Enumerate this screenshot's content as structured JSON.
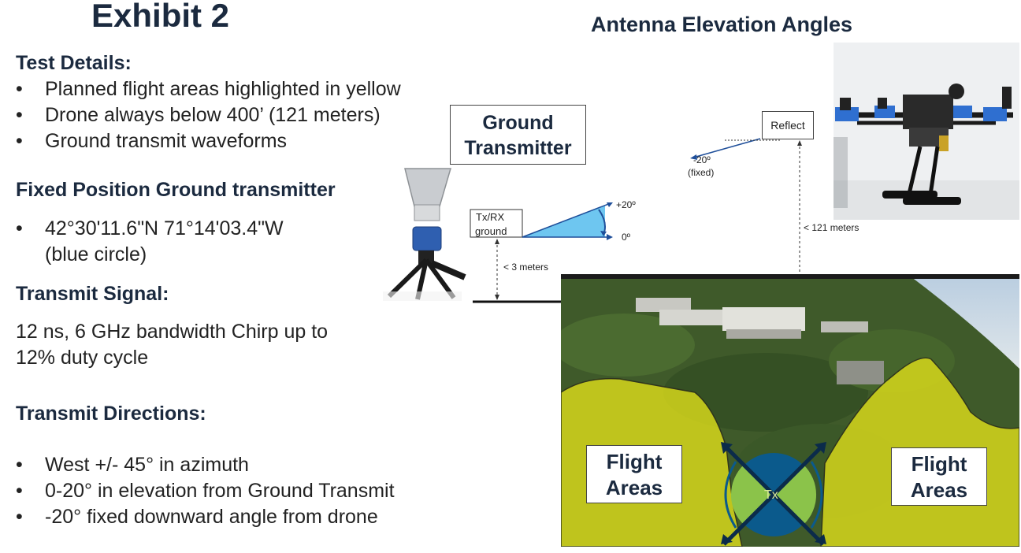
{
  "title": "Exhibit 2",
  "diagram_title": "Antenna Elevation Angles",
  "test_details": {
    "heading": "Test Details:",
    "items": [
      "Planned flight areas highlighted in yellow",
      "Drone always below 400’ (121 meters)",
      "Ground transmit waveforms"
    ]
  },
  "fixed_position": {
    "heading": "Fixed Position Ground transmitter",
    "coords": "42°30'11.6\"N 71°14'03.4\"W",
    "note": "(blue circle)"
  },
  "transmit_signal": {
    "heading": "Transmit Signal:",
    "line1": "12 ns, 6 GHz bandwidth Chirp up to",
    "line2": "12% duty cycle"
  },
  "transmit_directions": {
    "heading": "Transmit Directions:",
    "items": [
      "West +/- 45° in azimuth",
      "0-20° in elevation from Ground Transmit",
      "-20° fixed downward angle from drone"
    ]
  },
  "diagram": {
    "ground_transmitter_line1": "Ground",
    "ground_transmitter_line2": "Transmitter",
    "txrx_line1": "Tx/RX",
    "txrx_line2": "ground",
    "angle_plus20": "+20º",
    "angle_0": "0º",
    "less_3m": "< 3 meters",
    "reflect": "Reflect",
    "minus20": "-20º",
    "fixed": "(fixed)",
    "less_121m": "< 121 meters"
  },
  "map": {
    "flight_left_line1": "Flight",
    "flight_left_line2": "Areas",
    "flight_right_line1": "Flight",
    "flight_right_line2": "Areas",
    "tx_label": "Tx"
  },
  "colors": {
    "heading": "#1b2a3f",
    "flight_area_yellow": "#e3e21a",
    "tx_blue": "#0b5a8c",
    "tx_green": "#8bc34a",
    "beam_fill": "#6ec6f0"
  }
}
